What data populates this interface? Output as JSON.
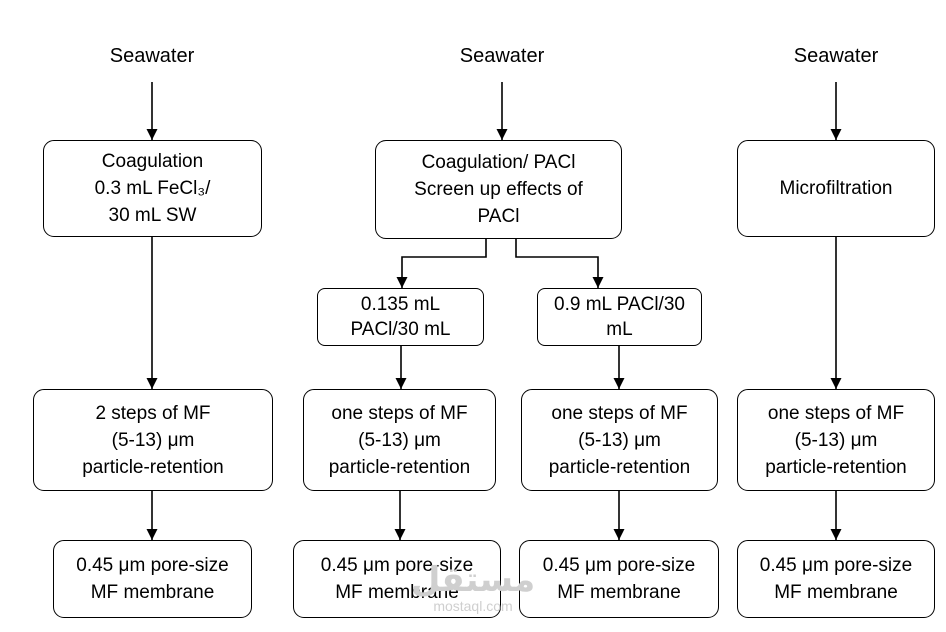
{
  "columns": [
    {
      "source": "Seawater",
      "step1": [
        "Coagulation",
        "0.3 mL FeCl₃/",
        "30 mL SW"
      ],
      "mf": [
        "2 steps of MF",
        "(5-13) μm",
        "particle-retention"
      ],
      "membrane": [
        "0.45 μm pore-size",
        "MF membrane"
      ]
    },
    {
      "source": "Seawater",
      "step1": [
        "Coagulation/ PACl",
        "Screen up effects of",
        "PACl"
      ],
      "branches": [
        {
          "dose": [
            "0.135 mL",
            "PACl/30 mL"
          ],
          "mf": [
            "one steps of MF",
            "(5-13) μm",
            "particle-retention"
          ],
          "membrane": [
            "0.45 μm pore-size",
            "MF membrane"
          ]
        },
        {
          "dose": [
            "0.9 mL PACl/30",
            "mL"
          ],
          "mf": [
            "one steps of MF",
            "(5-13) μm",
            "particle-retention"
          ],
          "membrane": [
            "0.45 μm pore-size",
            "MF membrane"
          ]
        }
      ]
    },
    {
      "source": "Seawater",
      "step1": [
        "Microfiltration"
      ],
      "mf": [
        "one steps of MF",
        "(5-13) μm",
        "particle-retention"
      ],
      "membrane": [
        "0.45 μm pore-size",
        "MF membrane"
      ]
    }
  ],
  "watermark": {
    "main": "مستقل",
    "sub": "mostaql.com"
  }
}
